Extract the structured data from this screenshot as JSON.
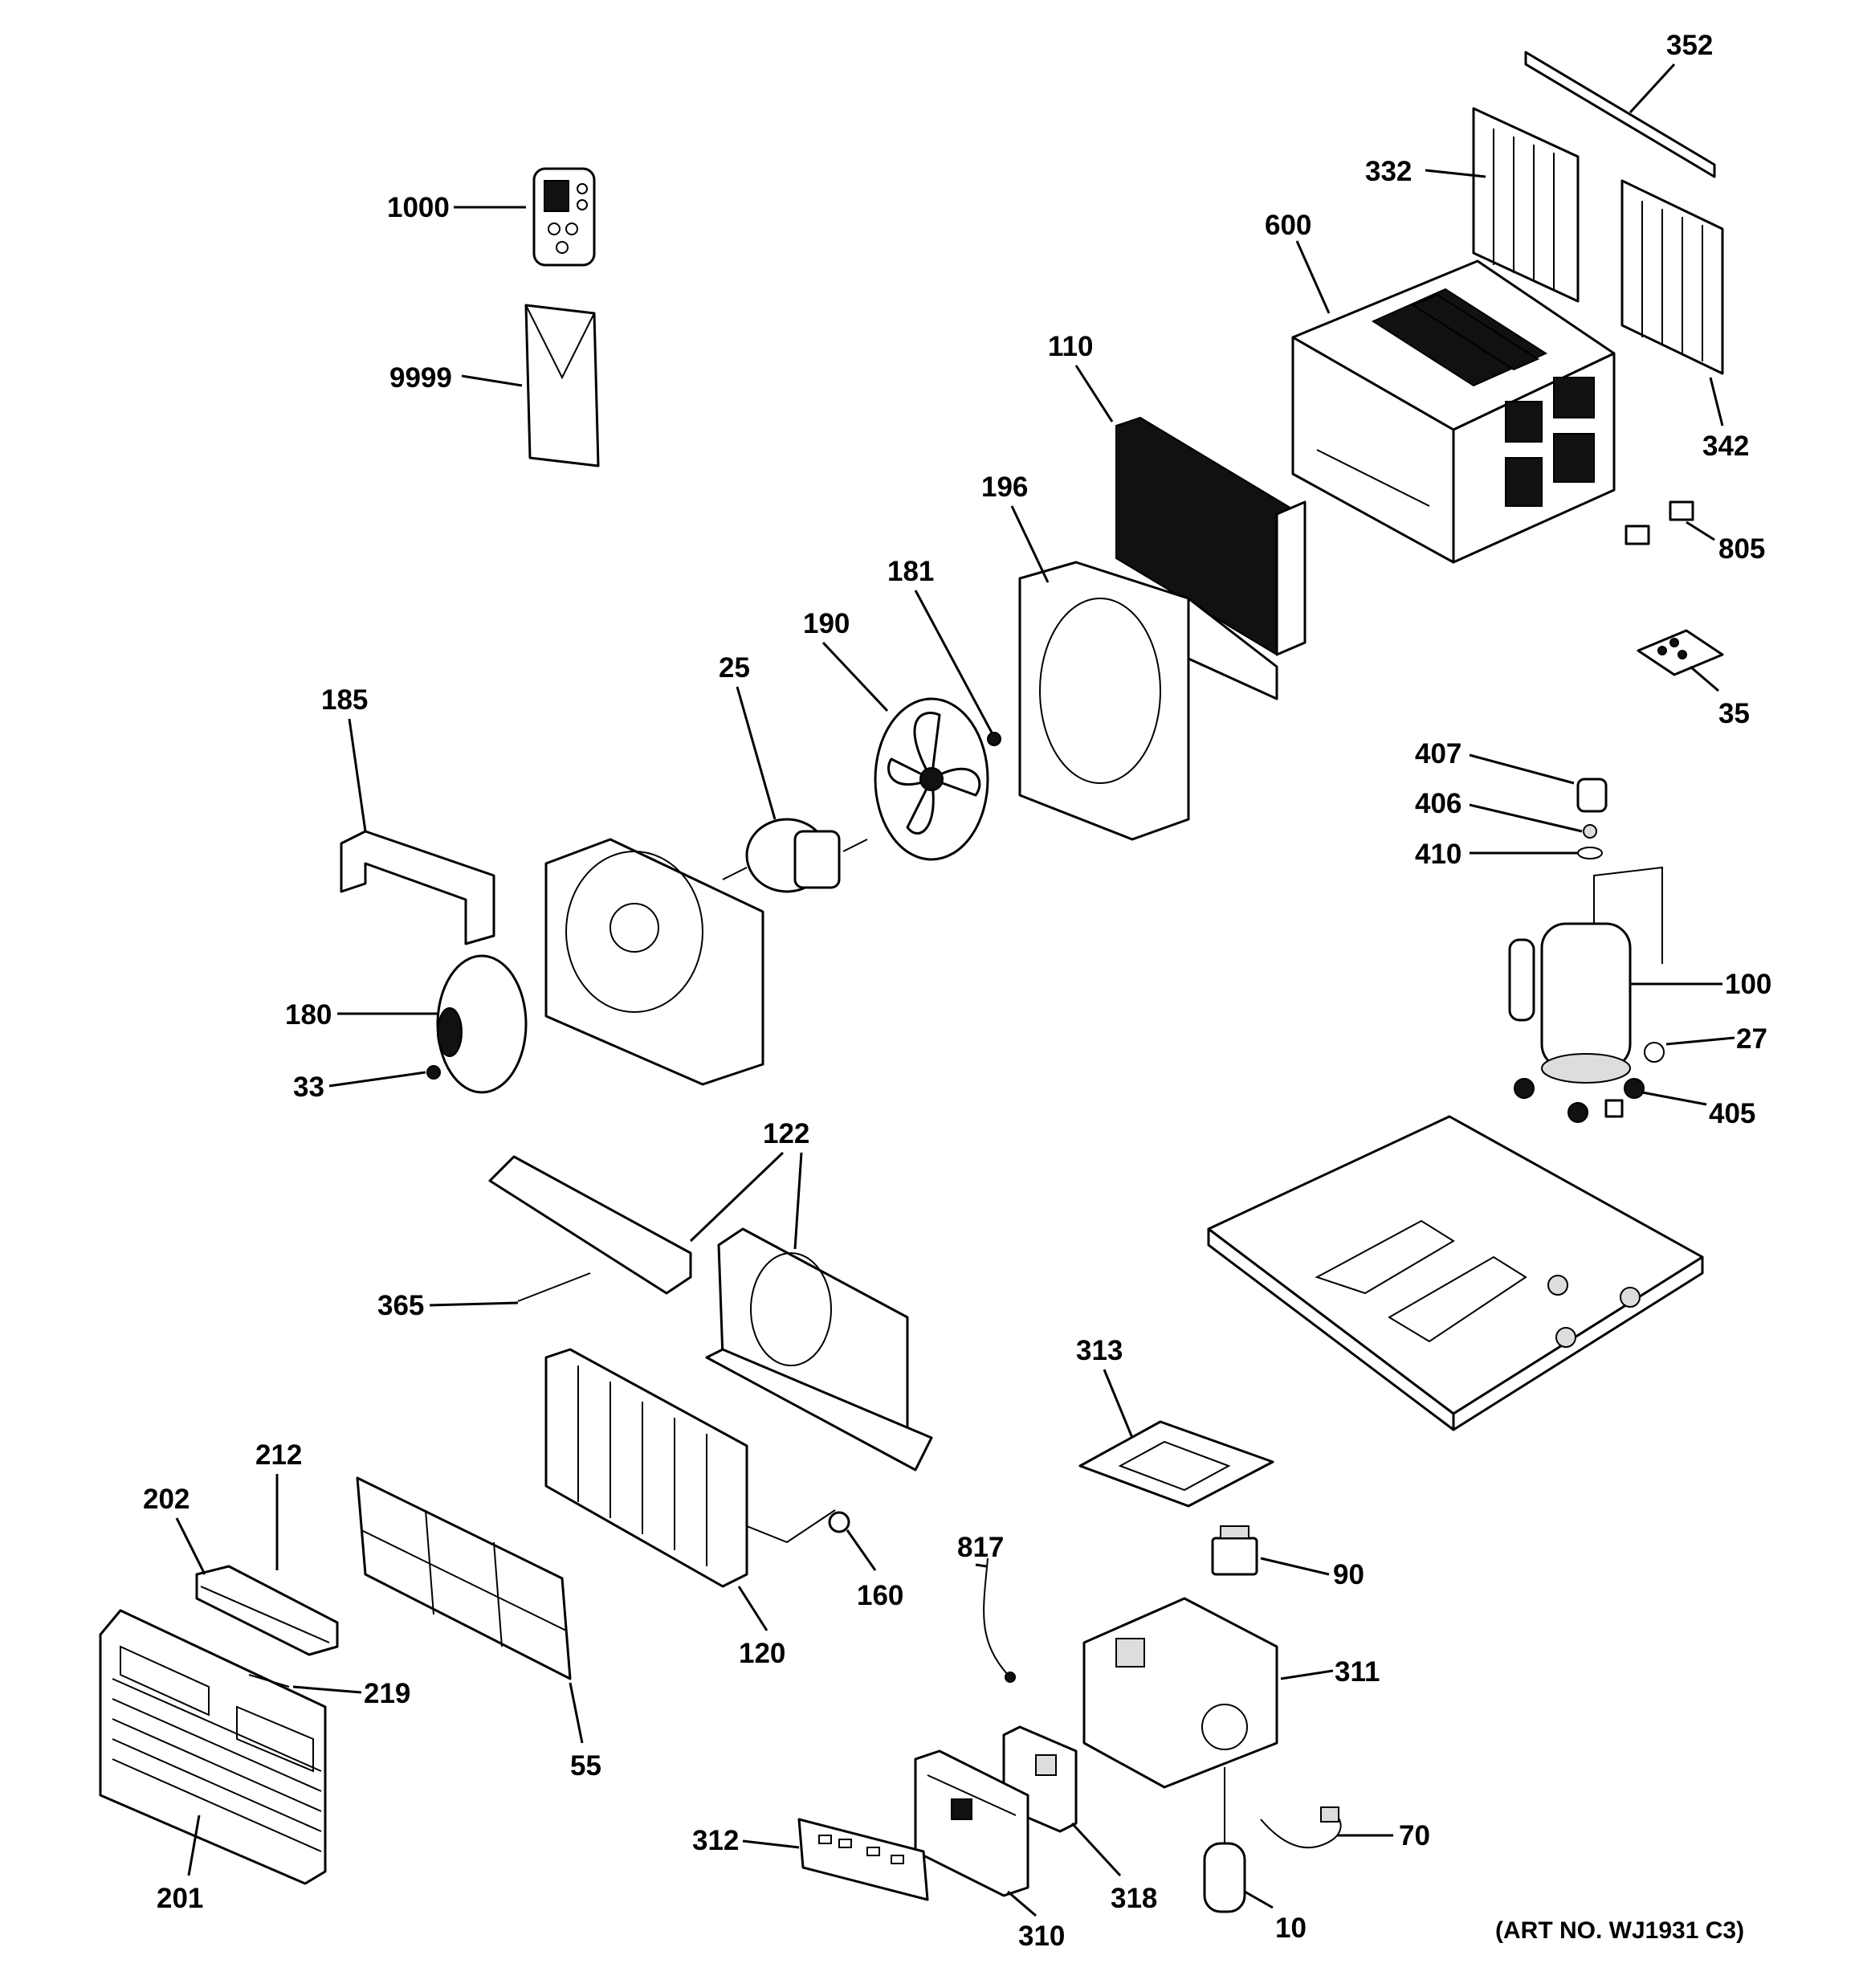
{
  "art_number": "(ART NO. WJ1931 C3)",
  "callouts": {
    "p352": "352",
    "p332": "332",
    "p1000": "1000",
    "p600": "600",
    "p342": "342",
    "p9999": "9999",
    "p110": "110",
    "p196": "196",
    "p805": "805",
    "p181": "181",
    "p190": "190",
    "p35": "35",
    "p25": "25",
    "p185": "185",
    "p407": "407",
    "p406": "406",
    "p410": "410",
    "p100": "100",
    "p180": "180",
    "p27": "27",
    "p33": "33",
    "p405": "405",
    "p122": "122",
    "p365": "365",
    "p313": "313",
    "p212": "212",
    "p202": "202",
    "p817": "817",
    "p90": "90",
    "p160": "160",
    "p120": "120",
    "p219": "219",
    "p311": "311",
    "p55": "55",
    "p70": "70",
    "p312": "312",
    "p318": "318",
    "p201": "201",
    "p310": "310",
    "p10": "10"
  }
}
